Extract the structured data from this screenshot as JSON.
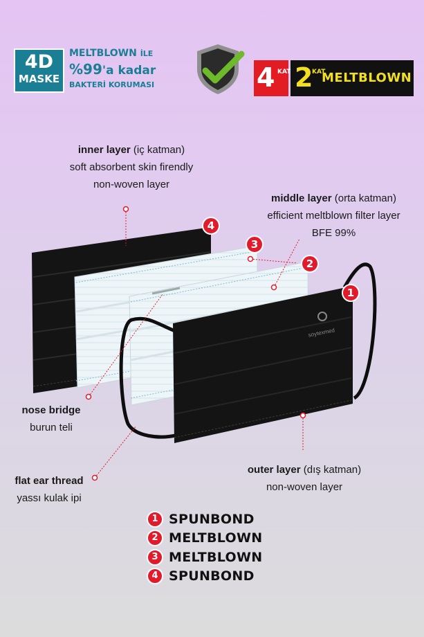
{
  "badge": {
    "big": "4D",
    "small": "MASKE"
  },
  "claim": {
    "line1_main": "MELTBLOWN",
    "line1_suffix": "İLE",
    "line2_main": "%99",
    "line2_suffix": "'a kadar",
    "line3": "BAKTERİ KORUMASI"
  },
  "kat_badge": {
    "red_number": "4",
    "red_kat": "KAT",
    "black_number": "2",
    "black_kat": "KAT",
    "black_word": "MELTBLOWN"
  },
  "brand_on_mask": "soytexmed",
  "labels": {
    "inner": {
      "title": "inner layer",
      "title_tr": "(iç katman)",
      "line2": "soft absorbent skin firendly",
      "line3": "non-woven layer"
    },
    "middle": {
      "title": "middle layer",
      "title_tr": "(orta katman)",
      "line2": "efficient meltblown filter layer",
      "line3": "BFE 99%"
    },
    "nose": {
      "title": "nose bridge",
      "line2": "burun teli"
    },
    "ear": {
      "title": "flat ear thread",
      "line2": "yassı kulak ipi"
    },
    "outer": {
      "title": "outer layer",
      "title_tr": "(dış katman)",
      "line2": "non-woven layer"
    }
  },
  "markers": {
    "m1": "1",
    "m2": "2",
    "m3": "3",
    "m4": "4"
  },
  "legend": [
    {
      "num": "1",
      "text": "SPUNBOND"
    },
    {
      "num": "2",
      "text": "MELTBLOWN"
    },
    {
      "num": "3",
      "text": "MELTBLOWN"
    },
    {
      "num": "4",
      "text": "SPUNBOND"
    }
  ],
  "colors": {
    "teal": "#1a7f95",
    "red": "#e11b2b",
    "yellow": "#f2e020",
    "check_green": "#6dbb2a"
  }
}
